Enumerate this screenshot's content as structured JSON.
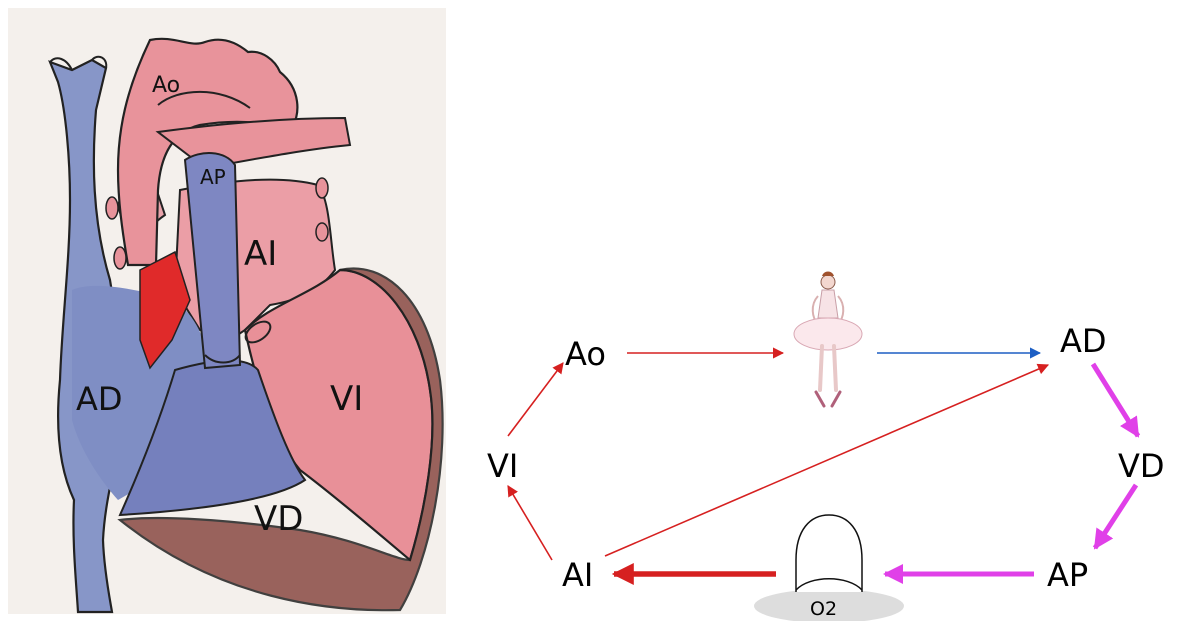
{
  "heart_illustration": {
    "labels": {
      "ao": "Ao",
      "ap": "AP",
      "ai": "AI",
      "ad": "AD",
      "vi": "VI",
      "vd": "VD"
    }
  },
  "circulation_diagram": {
    "nodes": {
      "ao": "Ao",
      "ad": "AD",
      "vi": "VI",
      "vd": "VD",
      "ai": "AI",
      "ap": "AP"
    },
    "oxygenation_label": "O2",
    "icons": [
      "ballerina-figure-icon",
      "lung-alveolus-icon"
    ],
    "colors": {
      "systemic_arterial": "#d62020",
      "systemic_venous": "#1d5fc4",
      "pulmonary": "#e040e8",
      "heart_blue": "#7b8fc6",
      "heart_red": "#e58c94"
    }
  }
}
